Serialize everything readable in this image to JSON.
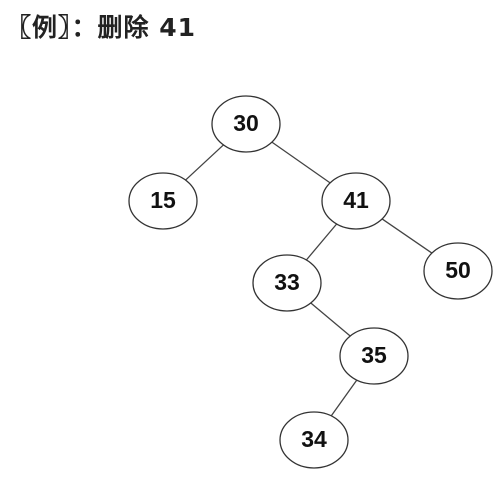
{
  "title": "〖例〗：删除 41",
  "tree": {
    "nodes": [
      {
        "id": "n30",
        "label": "30"
      },
      {
        "id": "n15",
        "label": "15"
      },
      {
        "id": "n41",
        "label": "41"
      },
      {
        "id": "n33",
        "label": "33"
      },
      {
        "id": "n50",
        "label": "50"
      },
      {
        "id": "n35",
        "label": "35"
      },
      {
        "id": "n34",
        "label": "34"
      }
    ],
    "edges": [
      {
        "from": "n30",
        "to": "n15"
      },
      {
        "from": "n30",
        "to": "n41"
      },
      {
        "from": "n41",
        "to": "n33"
      },
      {
        "from": "n41",
        "to": "n50"
      },
      {
        "from": "n33",
        "to": "n35"
      },
      {
        "from": "n35",
        "to": "n34"
      }
    ]
  }
}
